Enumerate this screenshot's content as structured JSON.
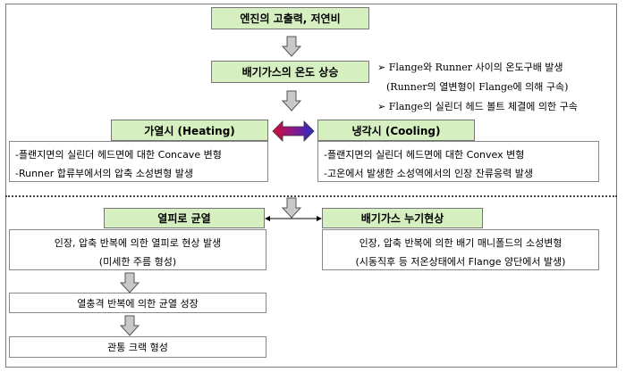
{
  "top_box": "엔진의 고출력, 저연비",
  "exhaust_box": "배기가스의 온도 상승",
  "notes": [
    "Flange와 Runner 사이의 온도구배 발생",
    "(Runner의 열변형이 Flange에 의해 구속)",
    "Flange의 실린더 헤드 볼트 체결에 의한 구속"
  ],
  "heating": {
    "title": "가열시 (Heating)",
    "lines": [
      "-플랜지면의 실린더 헤드면에 대한 Concave 변형",
      "-Runner 합류부에서의 압축 소성변형 발생"
    ]
  },
  "cooling": {
    "title": "냉각시 (Cooling)",
    "lines": [
      "-플랜지면의 실린더 헤드면에 대한 Convex 변형",
      "-고온에서 발생한 소성역에서의 인장 잔류응력 발생"
    ]
  },
  "fatigue": {
    "title": "열피로 균열",
    "lines": [
      "인장, 압축 반복에 의한 열피로 현상 발생",
      "(미세한 주름 형성)"
    ]
  },
  "leak": {
    "title": "배기가스 누기현상",
    "lines": [
      "인장, 압축 반복에 의한 배기 매니폴드의 소성변형",
      "(시동직후 등 저온상태에서 Flange 양단에서 발생)"
    ]
  },
  "crack_growth": "열충격 반복에 의한 균열 성장",
  "through_crack": "관통 크랙 형성",
  "colors": {
    "box_fill": "#d6efc1",
    "arrow_fill": "#c8c8c8"
  }
}
